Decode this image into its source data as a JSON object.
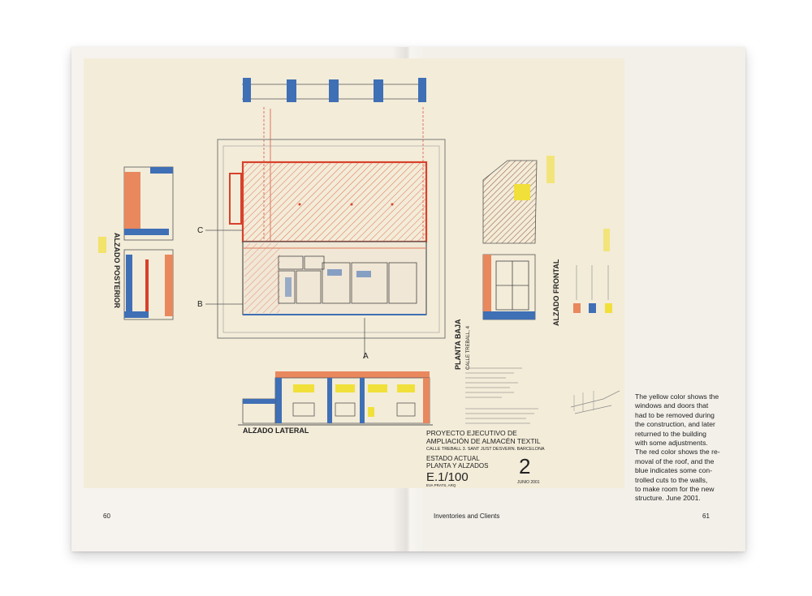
{
  "left_page": {
    "page_number": "60"
  },
  "right_page": {
    "page_number": "61",
    "running_title": "Inventories and Clients",
    "caption": "The yellow color shows the\nwindows and doors that\nhad to be removed during\nthe construction, and later\nreturned to the building\nwith some adjustments.\nThe red color shows the re-\nmoval of the roof, and the\nblue indicates some con-\ntrolled cuts to the walls,\nto make room for the new\nstructure. June 2001."
  },
  "drawing": {
    "label_rear": "ALZADO POSTERIOR",
    "label_front": "ALZADO FRONTAL",
    "label_plan": "PLANTA BAJA",
    "label_street": "CALLE TREBALL, 4",
    "label_side": "ALZADO LATERAL",
    "section_c": "C",
    "section_b": "B",
    "section_a": "A",
    "project_title_1": "PROYECTO EJECUTIVO DE",
    "project_title_2": "AMPLIACIÓN DE ALMACÉN TEXTIL",
    "project_address": "CALLE TREBALL 3. SANT JUST DESVERN. BARCELONA",
    "state_1": "ESTADO ACTUAL",
    "state_2": "PLANTA Y ALZADOS",
    "scale": "E.1/100",
    "sheet_number": "2",
    "architect": "EVA PRATS, ARQ",
    "date": "JUNIO 2001",
    "colors": {
      "red": "#d8412b",
      "blue": "#3f6fb5",
      "yellow": "#f1e03a",
      "orange": "#e9875d"
    }
  }
}
